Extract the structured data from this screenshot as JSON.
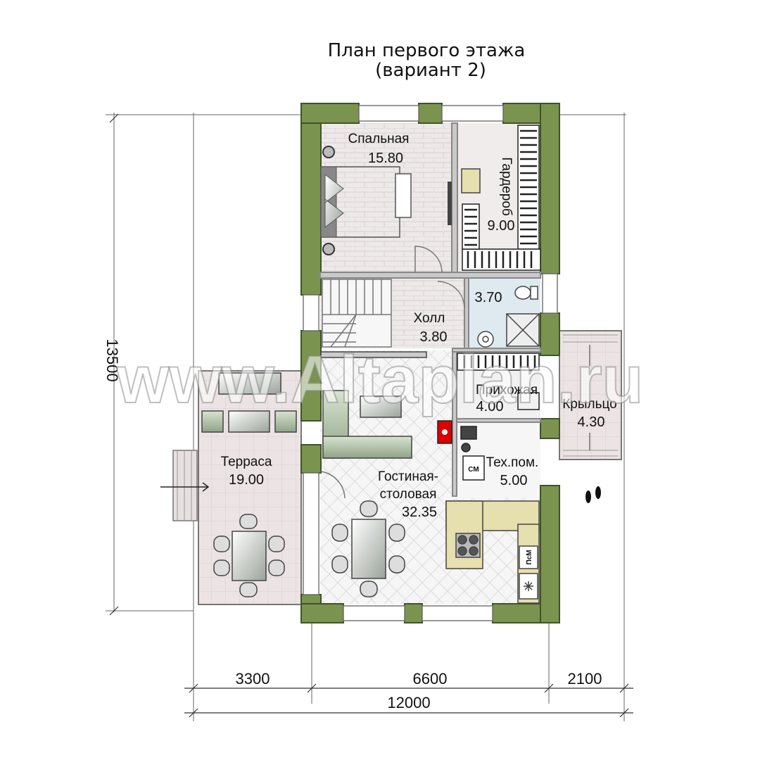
{
  "title": {
    "line1": "План первого этажа",
    "line2": "(вариант 2)"
  },
  "rooms": {
    "bedroom": {
      "name": "Спальная",
      "area": "15.80"
    },
    "wardrobe": {
      "name": "Гардероб",
      "area": "9.00"
    },
    "bathroom": {
      "area": "3.70"
    },
    "hall": {
      "name": "Холл",
      "area": "3.80"
    },
    "entry": {
      "name": "Прихожая",
      "area": "4.00"
    },
    "porch": {
      "name": "Крыльцо",
      "area": "4.30"
    },
    "tech": {
      "name": "Тех.пом.",
      "area": "5.00"
    },
    "living": {
      "name_line1": "Гостиная-",
      "name_line2": "столовая",
      "area": "32.35"
    },
    "terrace": {
      "name": "Терраса",
      "area": "19.00"
    }
  },
  "appliances": {
    "washer": "СМ",
    "dishwasher": "ПсМ"
  },
  "dimensions": {
    "terrace_width": "3300",
    "house_width": "6600",
    "porch_width": "2100",
    "total_width": "12000",
    "total_height": "13500"
  },
  "watermark": "www.Altaplan.ru",
  "colors": {
    "wall": "#7a9450",
    "wall_dark": "#4e6633",
    "floor_tile": "#ece7e7",
    "floor_parquet": "#f4f4f4",
    "terrace_floor": "#e8e0e0",
    "kitchen_counter": "#e6dfae",
    "furniture": "#a7b9a0",
    "boiler": "#e00000"
  }
}
